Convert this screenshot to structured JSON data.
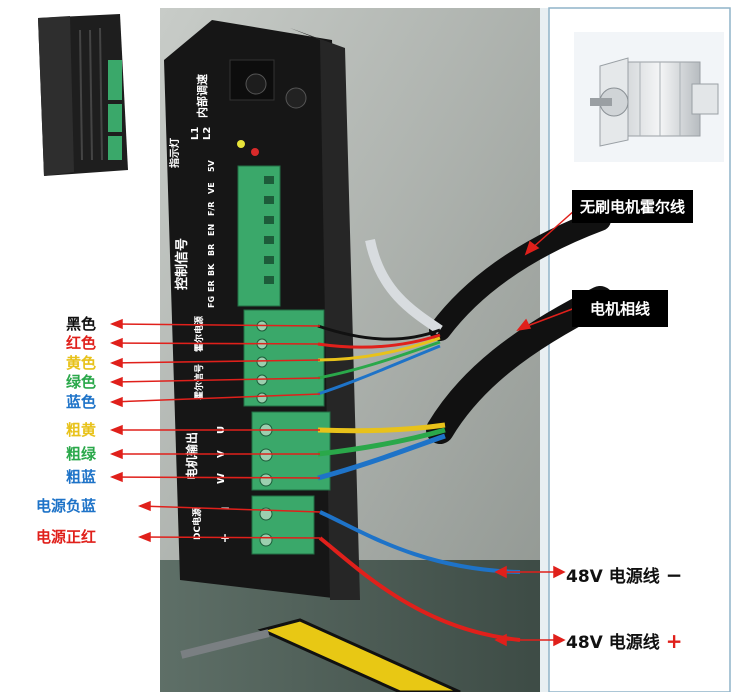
{
  "left_labels": [
    {
      "text": "黑色",
      "color": "#111111"
    },
    {
      "text": "红色",
      "color": "#e0201b"
    },
    {
      "text": "黄色",
      "color": "#e8c21a"
    },
    {
      "text": "绿色",
      "color": "#2aa84a"
    },
    {
      "text": "蓝色",
      "color": "#1e73c8"
    },
    {
      "text": "粗黄",
      "color": "#e8c21a"
    },
    {
      "text": "粗绿",
      "color": "#2aa84a"
    },
    {
      "text": "粗蓝",
      "color": "#1e73c8"
    },
    {
      "text": "电源负蓝",
      "color": "#1e73c8"
    },
    {
      "text": "电源正红",
      "color": "#e0201b"
    }
  ],
  "callouts": {
    "hall_line": "无刷电机霍尔线",
    "phase_line": "电机相线"
  },
  "power": {
    "neg_text": "48V 电源线",
    "neg_sign": "−",
    "pos_text": "48V 电源线",
    "pos_sign": "+"
  },
  "driver_panel": {
    "indicator": "指示灯",
    "speed_title": "内部调速",
    "speed_rows": [
      "L1",
      "L2"
    ],
    "control_signal": "控制信号",
    "control_pins": [
      "5V",
      "VE",
      "F/R",
      "EN",
      "BR",
      "BK",
      "ER",
      "FG"
    ],
    "hall_power": "霍尔电源",
    "hall_signal": "霍尔信号",
    "motor_output": "电机输出",
    "dc_power": "DC电源",
    "motor_pins": [
      "U",
      "V",
      "W"
    ],
    "power_pins": [
      "−",
      "+"
    ]
  },
  "colors": {
    "red": "#e0201b",
    "yellow": "#e8c21a",
    "green": "#2aa84a",
    "blue": "#1e73c8",
    "black": "#111111",
    "terminal": "#3aa86a"
  }
}
